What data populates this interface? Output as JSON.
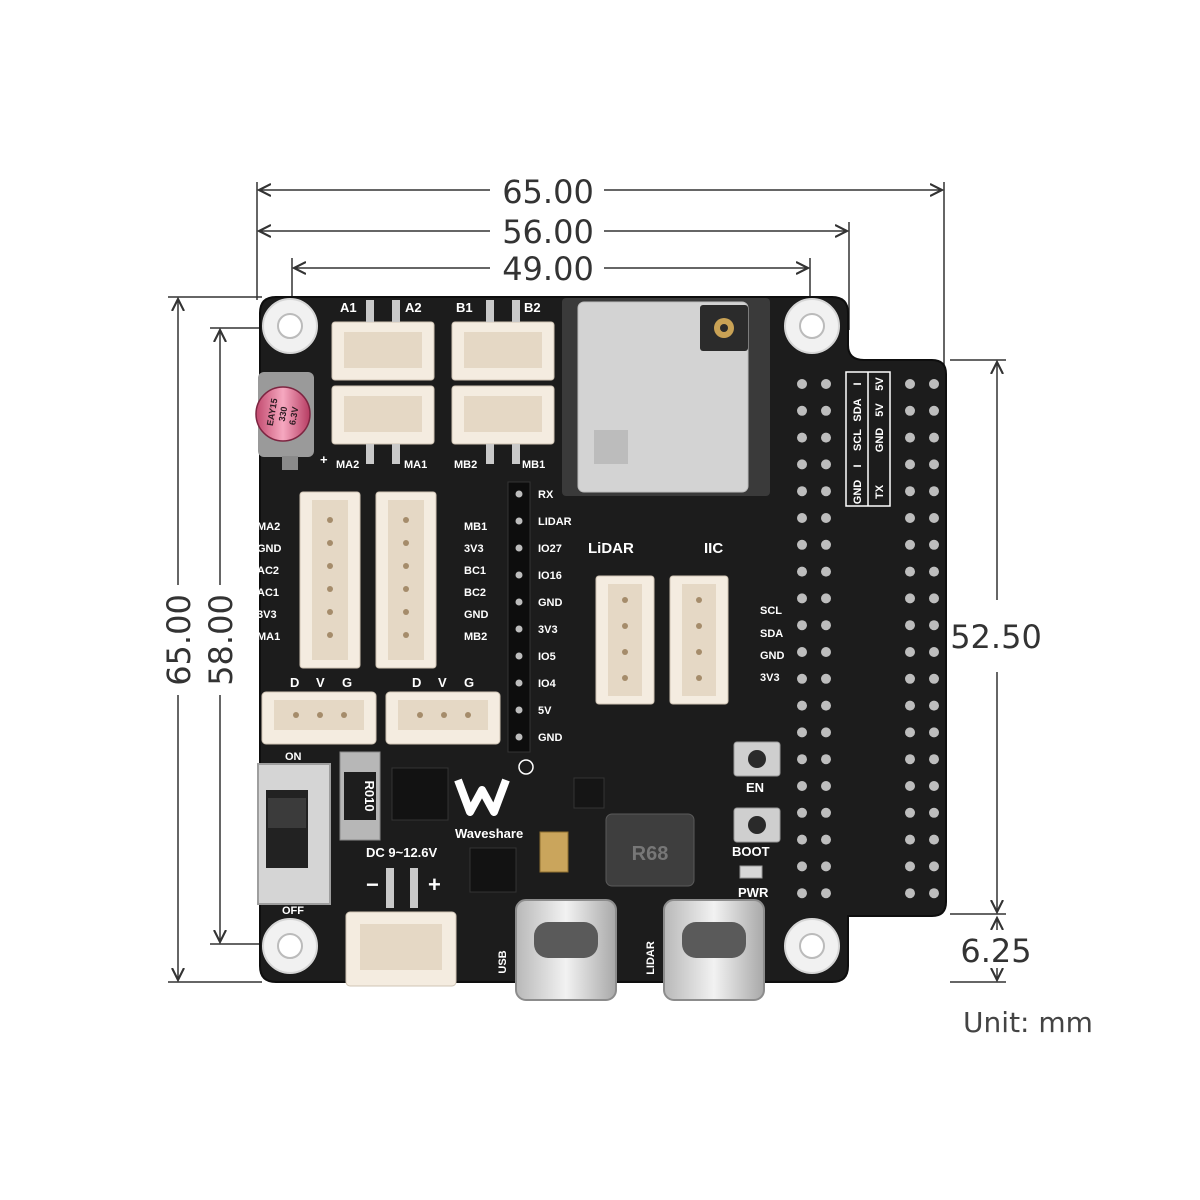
{
  "dimensions": {
    "width_overall": "65.00",
    "width_mid": "56.00",
    "width_holes": "49.00",
    "height_overall": "65.00",
    "height_holes": "58.00",
    "header_length": "52.50",
    "bottom_offset": "6.25",
    "unit": "Unit: mm"
  },
  "board": {
    "brand": "Waveshare",
    "power_label": "DC 9~12.6V",
    "switch_on": "ON",
    "switch_off": "OFF",
    "polarity_minus": "−",
    "polarity_plus": "+",
    "resistor_marking": "R010",
    "inductor_marking": "R68",
    "capacitor_lines": [
      "EAY15",
      "330",
      "6.3V"
    ],
    "capacitor_plus": "+",
    "motor_top_labels": [
      "A1",
      "A2",
      "B1",
      "B2"
    ],
    "motor_bottom_labels": [
      "MA2",
      "MA1",
      "MB2",
      "MB1"
    ],
    "left_connector_pins": [
      "MA2",
      "GND",
      "AC2",
      "AC1",
      "3V3",
      "MA1"
    ],
    "right_connector_pins": [
      "MB1",
      "3V3",
      "BC1",
      "BC2",
      "GND",
      "MB2"
    ],
    "servo_labels": [
      "D",
      "V",
      "G"
    ],
    "io_header_pins": [
      "RX",
      "LIDAR",
      "IO27",
      "IO16",
      "GND",
      "3V3",
      "IO5",
      "IO4",
      "5V",
      "GND"
    ],
    "lidar_label": "LiDAR",
    "iic_label": "IIC",
    "iic_pins": [
      "SCL",
      "SDA",
      "GND",
      "3V3"
    ],
    "header_table": {
      "col1": [
        "5V",
        "5V",
        "GND",
        "TX"
      ],
      "col2": [
        "I",
        "SDA",
        "SCL",
        "I",
        "GND"
      ]
    },
    "en_button": "EN",
    "boot_button": "BOOT",
    "pwr_led": "PWR",
    "usb_label": "USB",
    "lidar_usb_label": "LIDAR"
  }
}
